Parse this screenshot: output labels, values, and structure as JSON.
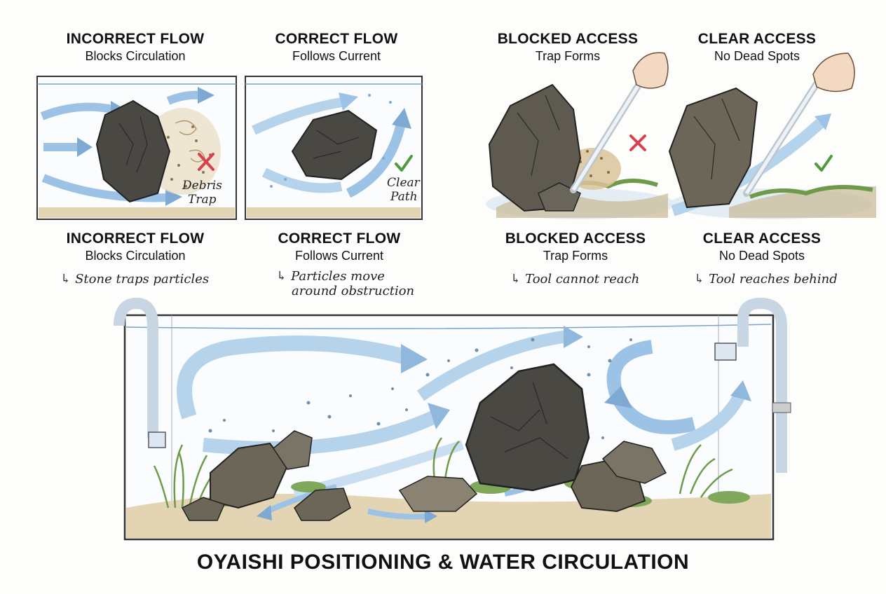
{
  "panels": [
    {
      "title": "INCORRECT FLOW",
      "subtitle": "Blocks Circulation",
      "label_line1": "Debris",
      "label_line2": "Trap",
      "status_icon": "red-x-icon",
      "caption_title": "INCORRECT FLOW",
      "caption_subtitle": "Blocks Circulation",
      "note": "Stone traps particles"
    },
    {
      "title": "CORRECT FLOW",
      "subtitle": "Follows Current",
      "label_line1": "Clear",
      "label_line2": "Path",
      "status_icon": "green-check-icon",
      "caption_title": "CORRECT FLOW",
      "caption_subtitle": "Follows Current",
      "note_line1": "Particles move",
      "note_line2": "around obstruction"
    },
    {
      "title": "BLOCKED ACCESS",
      "subtitle": "Trap Forms",
      "status_icon": "red-x-icon",
      "caption_title": "BLOCKED ACCESS",
      "caption_subtitle": "Trap Forms",
      "note": "Tool cannot reach"
    },
    {
      "title": "CLEAR ACCESS",
      "subtitle": "No Dead Spots",
      "status_icon": "green-check-icon",
      "caption_title": "CLEAR ACCESS",
      "caption_subtitle": "No Dead Spots",
      "note": "Tool reaches behind"
    }
  ],
  "main_title": "OYAISHI POSITIONING & WATER CIRCULATION",
  "colors": {
    "water_flow": "#8fb8dc",
    "flow_arrow": "#9cc3e6",
    "stone": "#4a4843",
    "substrate": "#d9c9a8",
    "plant": "#6f9a4a",
    "wrong": "#d9414a",
    "right": "#4f9a3c"
  }
}
